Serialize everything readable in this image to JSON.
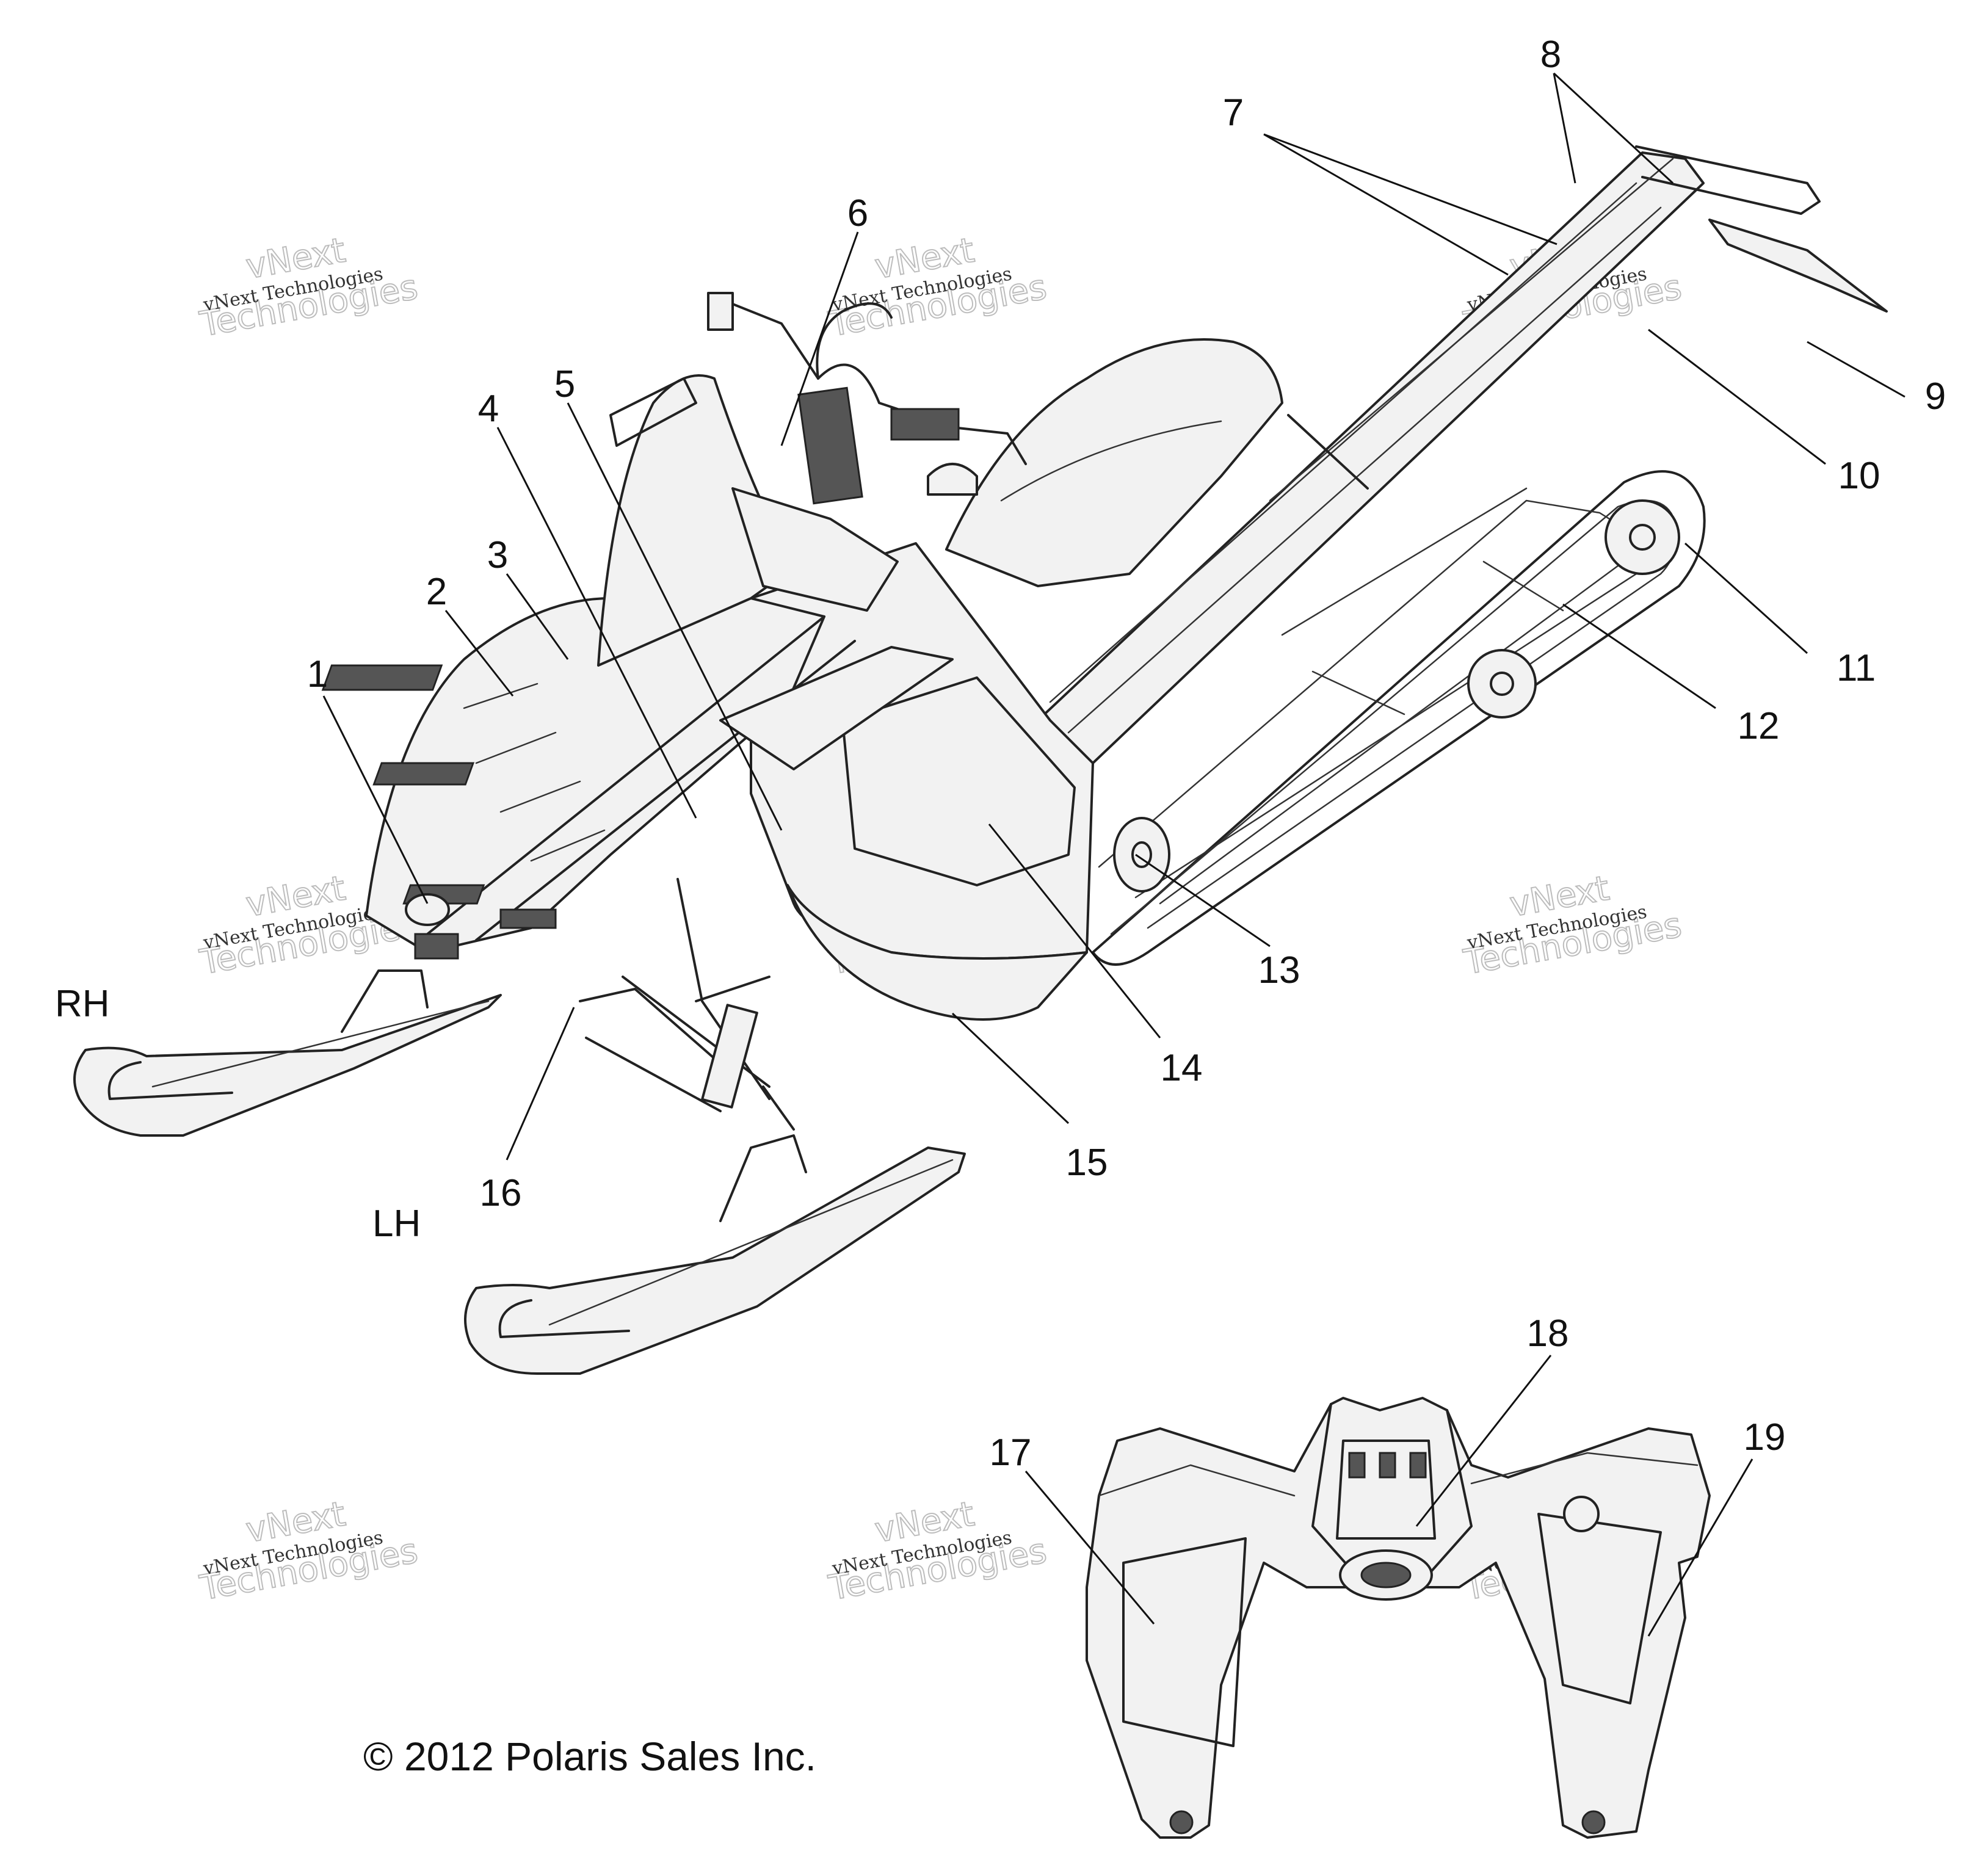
{
  "callouts": [
    {
      "label": "1"
    },
    {
      "label": "2"
    },
    {
      "label": "3"
    },
    {
      "label": "4"
    },
    {
      "label": "5"
    },
    {
      "label": "6"
    },
    {
      "label": "7"
    },
    {
      "label": "8"
    },
    {
      "label": "9"
    },
    {
      "label": "10"
    },
    {
      "label": "11"
    },
    {
      "label": "12"
    },
    {
      "label": "13"
    },
    {
      "label": "14"
    },
    {
      "label": "15"
    },
    {
      "label": "16"
    },
    {
      "label": "17"
    },
    {
      "label": "18"
    },
    {
      "label": "19"
    }
  ],
  "sides": {
    "right": "RH",
    "left": "LH"
  },
  "copyright": "© 2012 Polaris Sales Inc.",
  "watermark": {
    "line1": "vNext Technologies",
    "line2": "vNext",
    "line3": "Technologies"
  }
}
